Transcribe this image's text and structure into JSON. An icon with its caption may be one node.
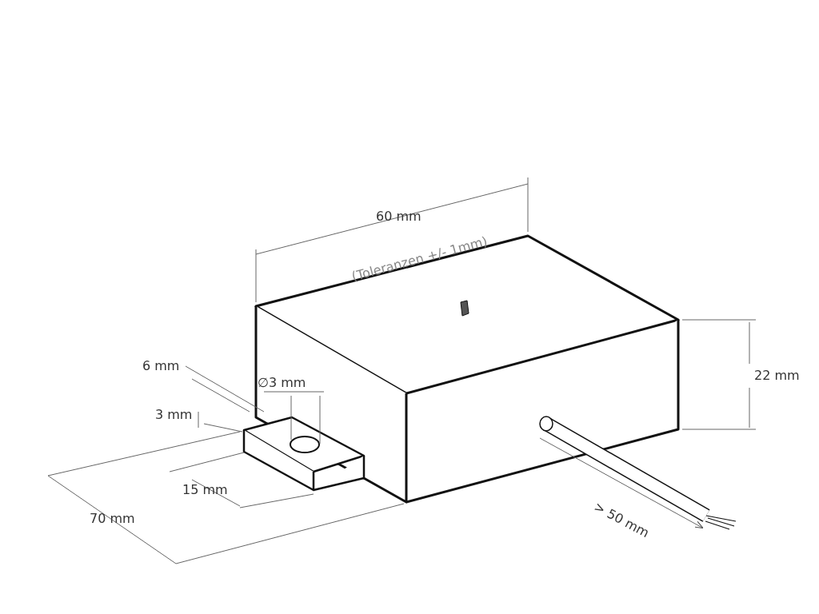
{
  "diagram": {
    "labels": [
      "60 mm",
      "(Toleranzen +/- 1mm)",
      "6 mm",
      "∅3 mm",
      "22 mm",
      "3 mm",
      "15 mm",
      "70 mm",
      "> 50 mm"
    ]
  }
}
